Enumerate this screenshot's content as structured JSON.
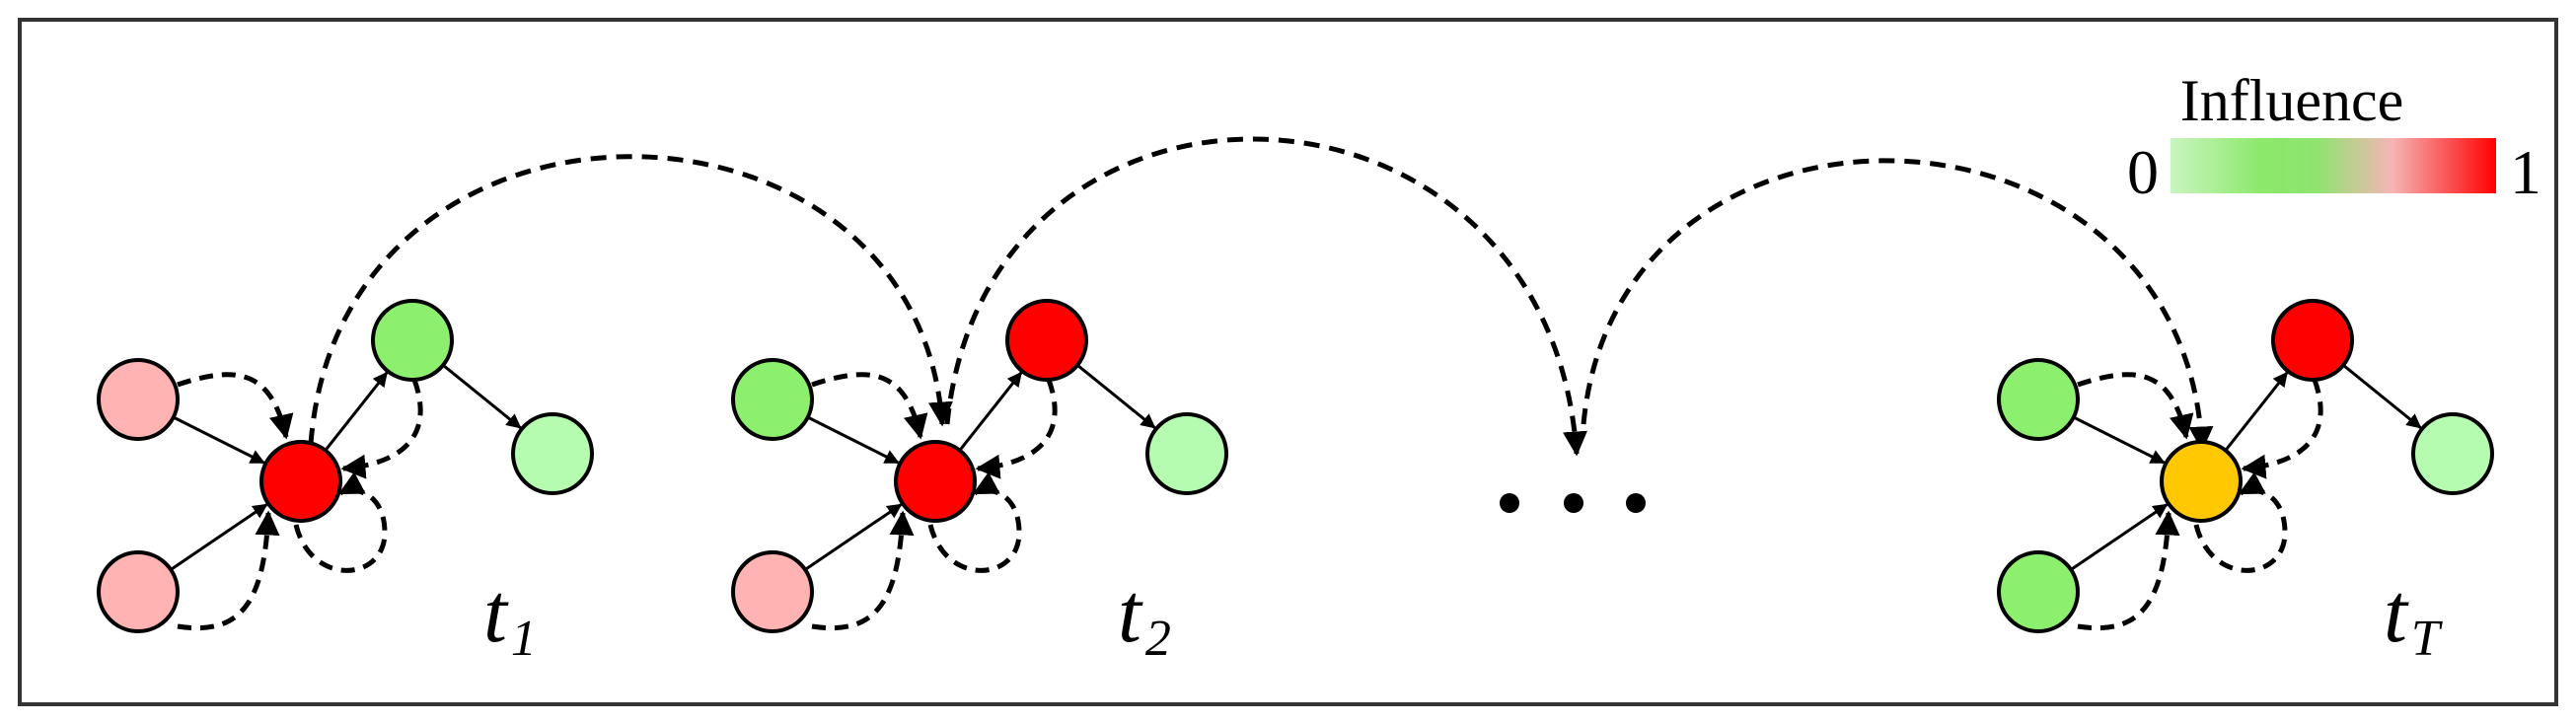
{
  "legend": {
    "title": "Influence",
    "min_label": "0",
    "max_label": "1",
    "gradient": [
      "#c9f5c0",
      "#8be86a",
      "#8fe470",
      "#f5b5b5",
      "#ff0000"
    ]
  },
  "colors": {
    "red": "#ff0000",
    "pink": "#ffb3b3",
    "green": "#8cef6e",
    "light_green": "#b5fbb0",
    "orange": "#ffc800"
  },
  "snapshots": [
    {
      "label_main": "t",
      "label_sub": "1",
      "node_colors": {
        "center": "red",
        "top": "green",
        "right": "light_green",
        "up_left": "pink",
        "down_left": "pink"
      }
    },
    {
      "label_main": "t",
      "label_sub": "2",
      "node_colors": {
        "center": "red",
        "top": "red",
        "right": "light_green",
        "up_left": "green",
        "down_left": "pink"
      }
    },
    {
      "label_main": "t",
      "label_sub": "T",
      "node_colors": {
        "center": "orange",
        "top": "red",
        "right": "light_green",
        "up_left": "green",
        "down_left": "green"
      }
    }
  ]
}
